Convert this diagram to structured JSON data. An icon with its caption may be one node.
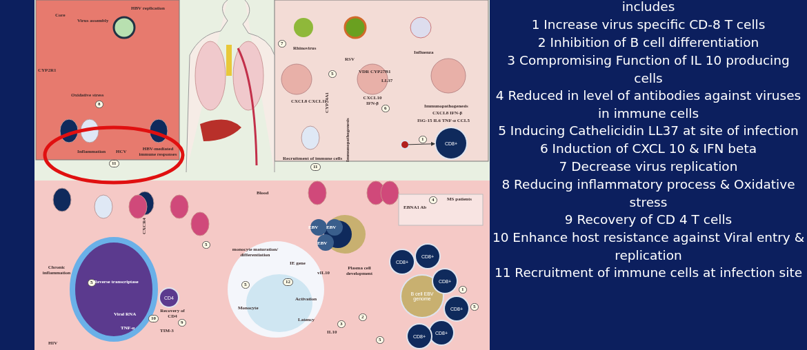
{
  "diagram": {
    "nodes": [
      {
        "text": [
          "CD8+"
        ]
      },
      {
        "text": [],
        "shape": "circle"
      },
      {
        "text": [
          "CD4"
        ]
      },
      {
        "text": [
          "CD8+"
        ]
      },
      {
        "text": [
          "CD8+"
        ]
      },
      {
        "text": [
          "CD8+"
        ]
      },
      {
        "text": [
          "CD8+"
        ]
      },
      {
        "text": [
          "CD8+"
        ]
      },
      {
        "text": [
          "CD8+"
        ]
      },
      {
        "text": [
          "B cell EBV genome"
        ]
      }
    ],
    "edges": [
      {
        "from": 1,
        "to": 0,
        "arrow": "to",
        "label": "1"
      }
    ],
    "labels": [
      "Core",
      "Virus assembly",
      "HBV replication",
      "CYP2R1",
      "Oxidative stress",
      "8",
      "Inflammation",
      "HCV",
      "HBV-mediated immune responses",
      "11",
      "7",
      "Rhinovirus",
      "RSV",
      "Influenza",
      "5",
      "CYP24A1",
      "VDR CYP27B1",
      "LL37",
      "CXCL8 CXCL11",
      "CXCL10 IFN-β",
      "6",
      "Immunopathogenesis",
      "Immunopathogenesis",
      "CXCL8 IFN-β",
      "ISG-15 IL6 TNF-α CCL5",
      "Recruitment of immune cells",
      "11",
      "Blood",
      "CXCR4",
      "Chronic inflammation",
      "5",
      "Reverse transcriptase",
      "Viral RNA",
      "TNF-α",
      "Recovery of CD4",
      "10",
      "9",
      "TIM-3",
      "HIV",
      "5",
      "5",
      "monocyte maturation/ differentiation",
      "Monocyte",
      "IE gene",
      "12",
      "Activation",
      "Latency",
      "EBV",
      "EBV",
      "EBV",
      "Plasma cell development",
      "vIL10",
      "3",
      "IL10",
      "2",
      "5",
      "EBNA1 Ab",
      "4",
      "MS patients",
      "1",
      "5",
      "includes",
      "1 Increase virus specific CD-8 T cells",
      "2 Inhibition of B cell differentiation",
      "3 Compromising Function of IL 10 producing cells",
      "4 Reduced in level of antibodies against viruses in immune cells",
      "5 Inducing Cathelicidin LL37 at site of infection",
      "6 Induction of CXCL 10 & IFN beta",
      "7 Decrease virus replication",
      "8 Reducing inflammatory process & Oxidative stress",
      "9 Recovery of CD 4 T cells",
      "10 Enhance host resistance against Viral entry & replication",
      "11 Recruitment of immune cells at infection site"
    ]
  }
}
